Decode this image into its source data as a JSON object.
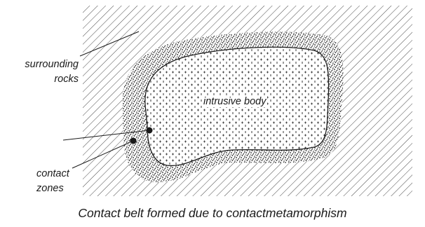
{
  "labels": {
    "surrounding_line1": "surrounding",
    "surrounding_line2": "rocks",
    "intrusive": "intrusive body",
    "contact_line1": "contact",
    "contact_line2": "zones"
  },
  "caption": "Contact belt formed due to contactmetamorphism",
  "colors": {
    "ink": "#1a1a1a",
    "background": "#ffffff"
  }
}
